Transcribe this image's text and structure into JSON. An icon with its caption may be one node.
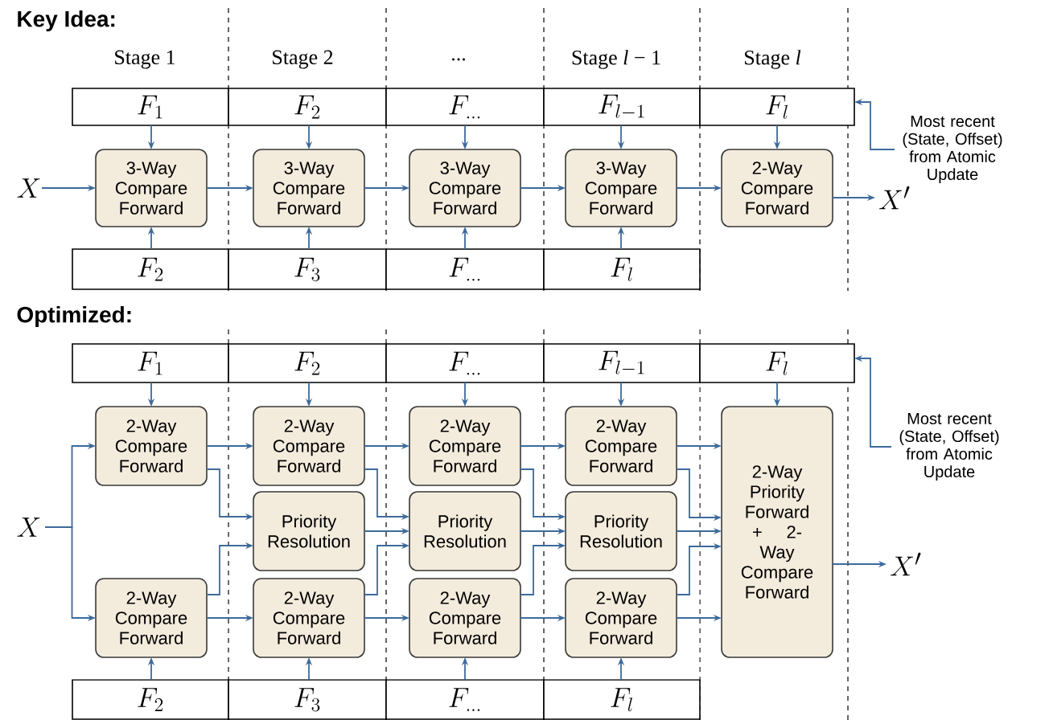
{
  "diagram": {
    "nodes": [
      {
        "text": [
          "F_1"
        ]
      },
      {
        "text": [
          "F_2"
        ]
      },
      {
        "text": [
          "F_{\\ldots}"
        ]
      },
      {
        "text": [
          "F_{l-1}"
        ]
      },
      {
        "text": [
          "F_l"
        ]
      },
      {
        "text": [
          "X"
        ]
      },
      {
        "text": [
          "3-Way Compare Forward"
        ]
      },
      {
        "text": [
          "3-Way Compare Forward"
        ]
      },
      {
        "text": [
          "3-Way Compare Forward"
        ]
      },
      {
        "text": [
          "3-Way Compare Forward"
        ]
      },
      {
        "text": [
          "2-Way Compare Forward"
        ]
      },
      {
        "text": [
          "X'"
        ]
      },
      {
        "text": [
          "Most recent (State, Offset) from Atomic Update"
        ]
      },
      {
        "text": [
          "F_2"
        ]
      },
      {
        "text": [
          "F_3"
        ]
      },
      {
        "text": [
          "F_{\\ldots}"
        ]
      },
      {
        "text": [
          "F_l"
        ]
      },
      {
        "text": [
          "F_1"
        ]
      },
      {
        "text": [
          "F_2"
        ]
      },
      {
        "text": [
          "F_{\\ldots}"
        ]
      },
      {
        "text": [
          "F_{l-1}"
        ]
      },
      {
        "text": [
          "F_l"
        ]
      },
      {
        "text": [
          "X"
        ]
      },
      {
        "text": [
          "2-Way Compare Forward"
        ]
      },
      {
        "text": [
          "2-Way Compare Forward"
        ]
      },
      {
        "text": [
          "2-Way Compare Forward"
        ]
      },
      {
        "text": [
          "2-Way Compare Forward"
        ]
      },
      {
        "text": [
          "Priority Resolution"
        ]
      },
      {
        "text": [
          "Priority Resolution"
        ]
      },
      {
        "text": [
          "Priority Resolution"
        ]
      },
      {
        "text": [
          "2-Way Priority Forward + 2-Way Compare Forward"
        ]
      },
      {
        "text": [
          "2-Way Compare Forward"
        ]
      },
      {
        "text": [
          "2-Way Compare Forward"
        ]
      },
      {
        "text": [
          "2-Way Compare Forward"
        ]
      },
      {
        "text": [
          "2-Way Compare Forward"
        ]
      },
      {
        "text": [
          "X'"
        ]
      },
      {
        "text": [
          "Most recent (State, Offset) from Atomic Update"
        ]
      },
      {
        "text": [
          "F_2"
        ]
      },
      {
        "text": [
          "F_3"
        ]
      },
      {
        "text": [
          "F_{\\ldots}"
        ]
      },
      {
        "text": [
          "F_l"
        ]
      }
    ],
    "edges": [
      {
        "from": 0,
        "to": 6,
        "arrow": "to"
      },
      {
        "from": 1,
        "to": 7,
        "arrow": "to"
      },
      {
        "from": 2,
        "to": 8,
        "arrow": "to"
      },
      {
        "from": 3,
        "to": 9,
        "arrow": "to"
      },
      {
        "from": 4,
        "to": 10,
        "arrow": "to"
      },
      {
        "from": 13,
        "to": 6,
        "arrow": "to"
      },
      {
        "from": 14,
        "to": 7,
        "arrow": "to"
      },
      {
        "from": 15,
        "to": 8,
        "arrow": "to"
      },
      {
        "from": 16,
        "to": 9,
        "arrow": "to"
      },
      {
        "from": 5,
        "to": 6,
        "arrow": "to"
      },
      {
        "from": 6,
        "to": 7,
        "arrow": "to"
      },
      {
        "from": 7,
        "to": 8,
        "arrow": "to"
      },
      {
        "from": 8,
        "to": 9,
        "arrow": "to"
      },
      {
        "from": 9,
        "to": 10,
        "arrow": "to"
      },
      {
        "from": 10,
        "to": 11,
        "arrow": "to"
      },
      {
        "from": 12,
        "to": 4,
        "arrow": "to"
      },
      {
        "from": 17,
        "to": 23,
        "arrow": "to"
      },
      {
        "from": 18,
        "to": 24,
        "arrow": "to"
      },
      {
        "from": 19,
        "to": 25,
        "arrow": "to"
      },
      {
        "from": 20,
        "to": 26,
        "arrow": "to"
      },
      {
        "from": 21,
        "to": 30,
        "arrow": "to"
      },
      {
        "from": 37,
        "to": 31,
        "arrow": "to"
      },
      {
        "from": 38,
        "to": 32,
        "arrow": "to"
      },
      {
        "from": 39,
        "to": 33,
        "arrow": "to"
      },
      {
        "from": 40,
        "to": 34,
        "arrow": "to"
      },
      {
        "from": 22,
        "to": 23,
        "arrow": "to"
      },
      {
        "from": 22,
        "to": 31,
        "arrow": "to"
      },
      {
        "from": 23,
        "to": 24,
        "arrow": "to"
      },
      {
        "from": 24,
        "to": 25,
        "arrow": "to"
      },
      {
        "from": 25,
        "to": 26,
        "arrow": "to"
      },
      {
        "from": 26,
        "to": 30,
        "arrow": "to"
      },
      {
        "from": 31,
        "to": 32,
        "arrow": "to"
      },
      {
        "from": 32,
        "to": 33,
        "arrow": "to"
      },
      {
        "from": 33,
        "to": 34,
        "arrow": "to"
      },
      {
        "from": 34,
        "to": 30,
        "arrow": "to"
      },
      {
        "from": 23,
        "to": 27,
        "arrow": "to"
      },
      {
        "from": 31,
        "to": 27,
        "arrow": "to"
      },
      {
        "from": 27,
        "to": 28,
        "arrow": "to"
      },
      {
        "from": 24,
        "to": 28,
        "arrow": "to"
      },
      {
        "from": 32,
        "to": 28,
        "arrow": "to"
      },
      {
        "from": 28,
        "to": 29,
        "arrow": "to"
      },
      {
        "from": 25,
        "to": 29,
        "arrow": "to"
      },
      {
        "from": 33,
        "to": 29,
        "arrow": "to"
      },
      {
        "from": 26,
        "to": 30,
        "arrow": "to"
      },
      {
        "from": 29,
        "to": 30,
        "arrow": "to"
      },
      {
        "from": 34,
        "to": 30,
        "arrow": "to"
      },
      {
        "from": 30,
        "to": 35,
        "arrow": "to"
      },
      {
        "from": 36,
        "to": 21,
        "arrow": "to"
      }
    ],
    "labels": [
      "Key Idea:",
      "Stage 1",
      "Stage 2",
      "...",
      "Stage *l* − 1",
      "Stage *l*",
      "**Optimized**:"
    ]
  }
}
